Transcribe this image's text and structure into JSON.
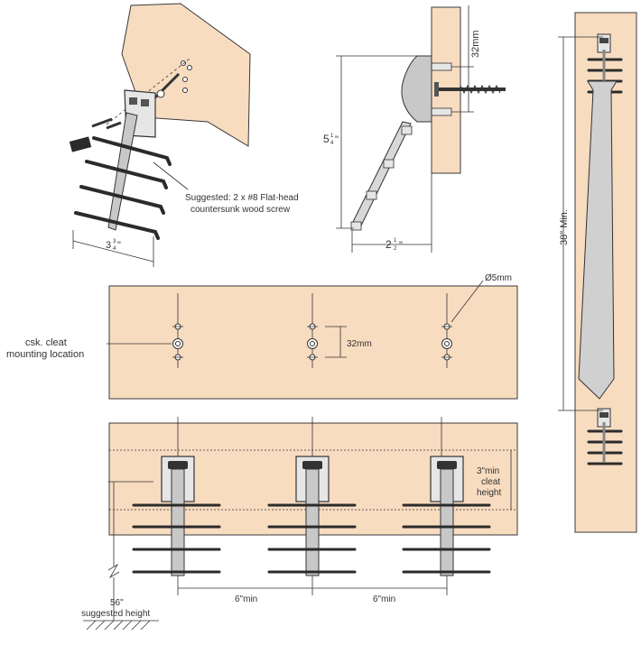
{
  "colors": {
    "wood": "#f8dcc0",
    "outline": "#3a3a3a",
    "rod": "#2b2b2b",
    "steel": "#c8c8c8",
    "cleat": "#e6e6e6",
    "tie": "#d0d0d0"
  },
  "labels": {
    "screw_note_line1": "Suggested: 2 x #8 Flat-head",
    "screw_note_line2": "countersunk wood screw",
    "depth_width": "3",
    "depth_frac_num": "3",
    "depth_frac_den": "4",
    "depth_unit": "\"",
    "spacing_32mm_side": "32mm",
    "height_whole": "5",
    "height_frac_num": "1",
    "height_frac_den": "4",
    "height_unit": "\"",
    "reach_whole": "2",
    "reach_frac_num": "1",
    "reach_frac_den": "2",
    "reach_unit": "\"",
    "tie_length": "38\" Min.",
    "hole_diameter": "Ø5mm",
    "cleat_line1": "csk. cleat",
    "cleat_line2": "mounting location",
    "spacing_32mm_front": "32mm",
    "cleat_height_line1": "3\"min",
    "cleat_height_line2": "cleat",
    "cleat_height_line3": "height",
    "min_spacing_left": "6\"min",
    "min_spacing_right": "6\"min",
    "suggested_height_value": "56\"",
    "suggested_height_label": "suggested height"
  }
}
